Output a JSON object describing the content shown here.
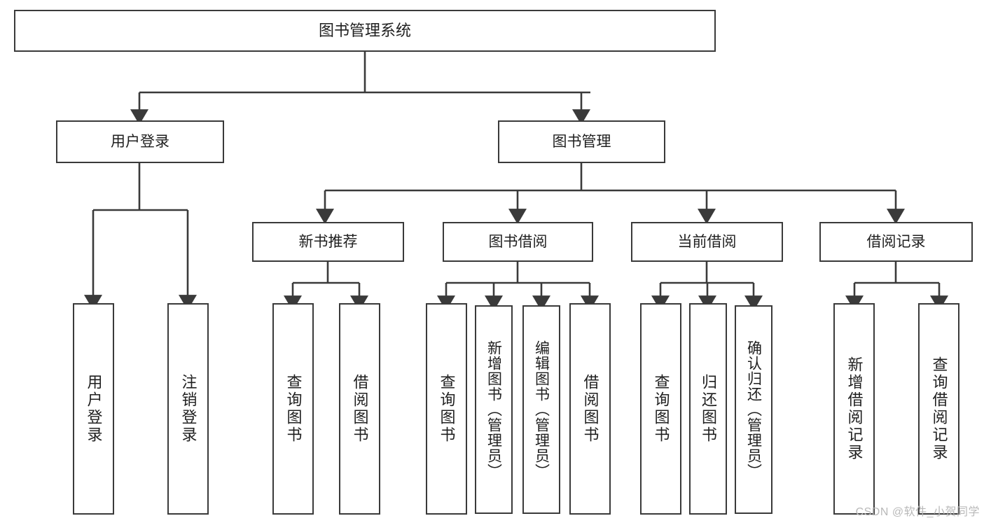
{
  "diagram": {
    "title": "图书管理系统",
    "type": "tree-hierarchy-diagram",
    "colors": {
      "stroke": "#3a3a3a",
      "fill": "#ffffff",
      "text": "#1f1f1f",
      "watermark": "#b9b9b9"
    },
    "root": {
      "label": "图书管理系统"
    },
    "level2": [
      {
        "label": "用户登录"
      },
      {
        "label": "图书管理"
      }
    ],
    "level3": [
      {
        "label": "新书推荐"
      },
      {
        "label": "图书借阅"
      },
      {
        "label": "当前借阅"
      },
      {
        "label": "借阅记录"
      }
    ],
    "leaves": {
      "user_login": [
        {
          "label": "用户登录"
        },
        {
          "label": "注销登录"
        }
      ],
      "new_book_recommend": [
        {
          "label": "查询图书"
        },
        {
          "label": "借阅图书"
        }
      ],
      "book_borrow": [
        {
          "label": "查询图书"
        },
        {
          "label": "新增图书（管理员）"
        },
        {
          "label": "编辑图书（管理员）"
        },
        {
          "label": "借阅图书"
        }
      ],
      "current_borrow": [
        {
          "label": "查询图书"
        },
        {
          "label": "归还图书"
        },
        {
          "label": "确认归还（管理员）"
        }
      ],
      "borrow_records": [
        {
          "label": "新增借阅记录"
        },
        {
          "label": "查询借阅记录"
        }
      ]
    },
    "watermark": "CSDN @软件_小贺同学"
  }
}
